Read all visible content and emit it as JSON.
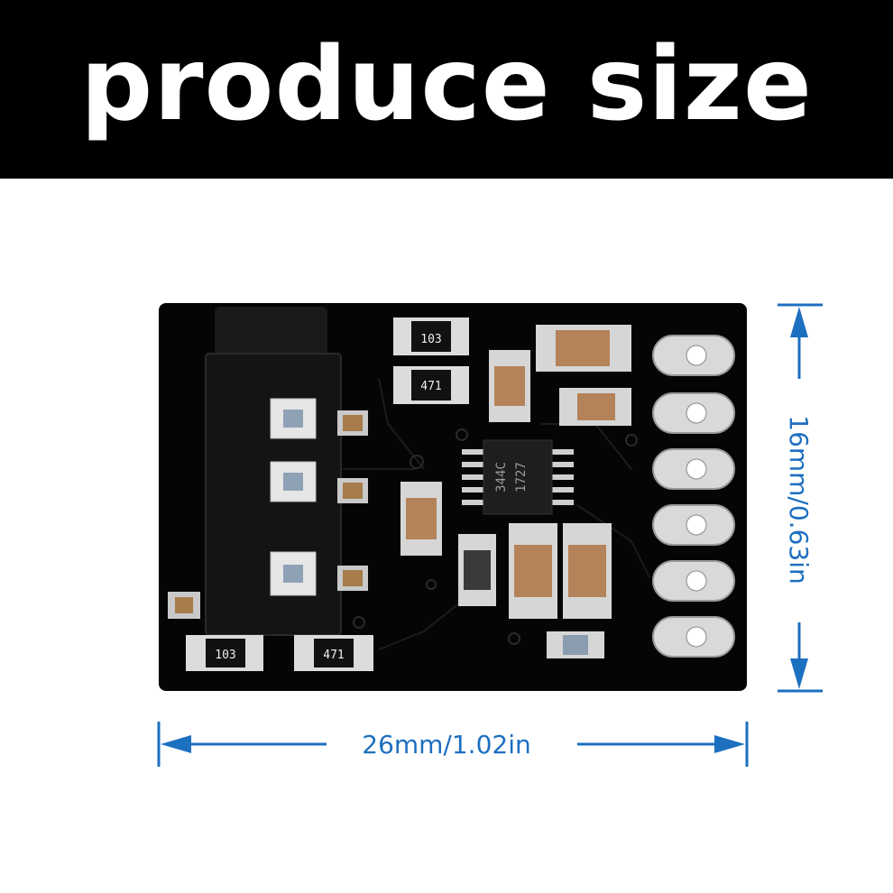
{
  "header": {
    "title": "produce size"
  },
  "dimensions": {
    "width_label": "26mm/1.02in",
    "height_label": "16mm/0.63in",
    "arrow_color": "#1d6fc0"
  },
  "board": {
    "color": "#050505",
    "resistor_codes": [
      "103",
      "471",
      "103",
      "471"
    ],
    "chip_marking": [
      "344C",
      "1727"
    ],
    "pin_pads": 6
  }
}
